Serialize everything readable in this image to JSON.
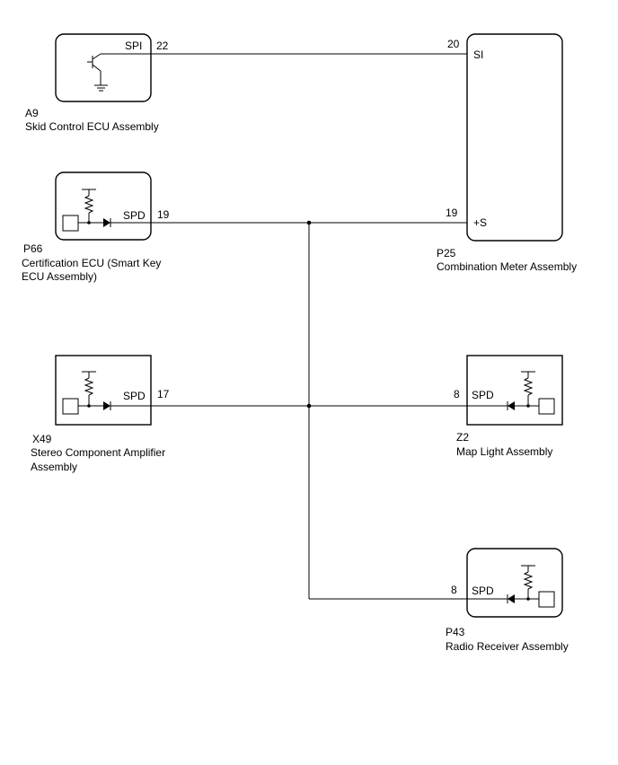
{
  "components": {
    "a9": {
      "code": "A9",
      "name": "Skid Control ECU Assembly",
      "pin_label": "SPI",
      "pin_number": "22"
    },
    "p25": {
      "code": "P25",
      "name": "Combination Meter Assembly",
      "pin_si_label": "SI",
      "pin_si_number": "20",
      "pin_s_label": "+S",
      "pin_s_number": "19"
    },
    "p66": {
      "code": "P66",
      "name_line1": "Certification ECU (Smart Key",
      "name_line2": "ECU Assembly)",
      "pin_label": "SPD",
      "pin_number": "19"
    },
    "x49": {
      "code": "X49",
      "name_line1": "Stereo Component Amplifier",
      "name_line2": "Assembly",
      "pin_label": "SPD",
      "pin_number": "17"
    },
    "z2": {
      "code": "Z2",
      "name": "Map Light Assembly",
      "pin_label": "SPD",
      "pin_number": "8"
    },
    "p43": {
      "code": "P43",
      "name": "Radio Receiver Assembly",
      "pin_label": "SPD",
      "pin_number": "8"
    }
  },
  "icons": [
    "transistor-icon",
    "ground-icon",
    "resistor-icon",
    "diode-icon",
    "junction-dot-icon"
  ],
  "colors": {
    "line": "#000000",
    "background": "#ffffff"
  }
}
